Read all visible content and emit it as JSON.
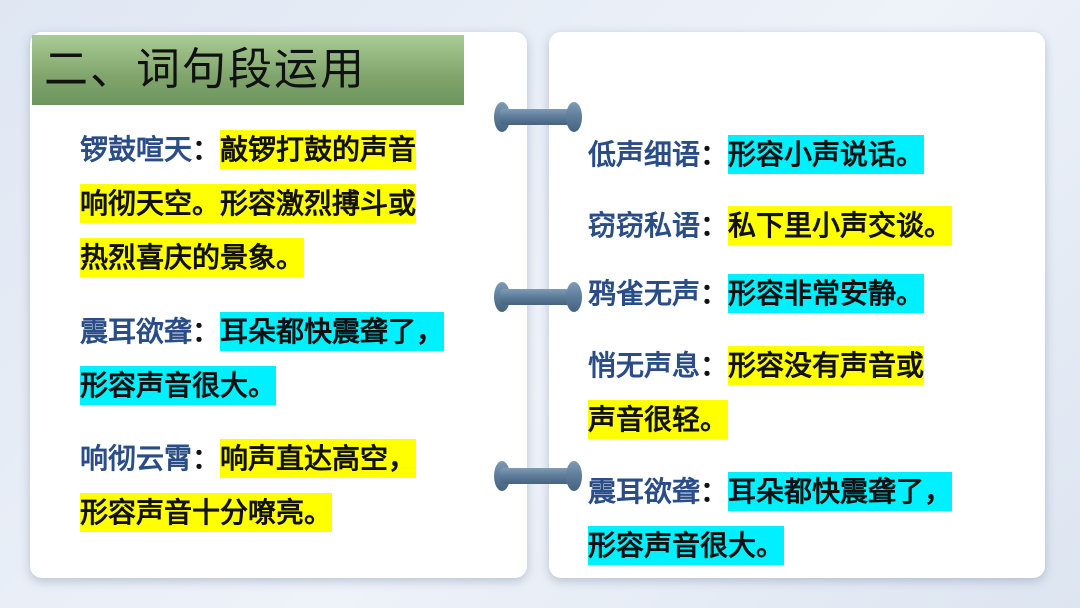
{
  "title": "二、词句段运用",
  "colors": {
    "highlight_yellow": "#ffff00",
    "highlight_cyan": "#00f0ff",
    "term_blue": "#2a4d87",
    "title_green": "#7fa56c"
  },
  "left": [
    {
      "term": "锣鼓喧天",
      "colon": "：",
      "lines": [
        "敲锣打鼓的声音",
        "响彻天空。形容激烈搏斗或",
        "热烈喜庆的景象。"
      ]
    },
    {
      "term": "震耳欲聋",
      "colon": "：",
      "lines": [
        "耳朵都快震聋了，",
        "形容声音很大。"
      ]
    },
    {
      "term": "响彻云霄",
      "colon": "：",
      "lines": [
        "响声直达高空，",
        "形容声音十分嘹亮。"
      ]
    }
  ],
  "right": [
    {
      "term": "低声细语",
      "colon": "：",
      "lines": [
        "形容小声说话。"
      ]
    },
    {
      "term": "窃窃私语",
      "colon": "：",
      "lines": [
        "私下里小声交谈。"
      ]
    },
    {
      "term": "鸦雀无声",
      "colon": "：",
      "lines": [
        "形容非常安静。"
      ]
    },
    {
      "term": "悄无声息",
      "colon": "：",
      "lines": [
        "形容没有声音或",
        "声音很轻。"
      ]
    },
    {
      "term": "震耳欲聋",
      "colon": "：",
      "lines": [
        "耳朵都快震聋了，",
        "形容声音很大。"
      ]
    }
  ]
}
